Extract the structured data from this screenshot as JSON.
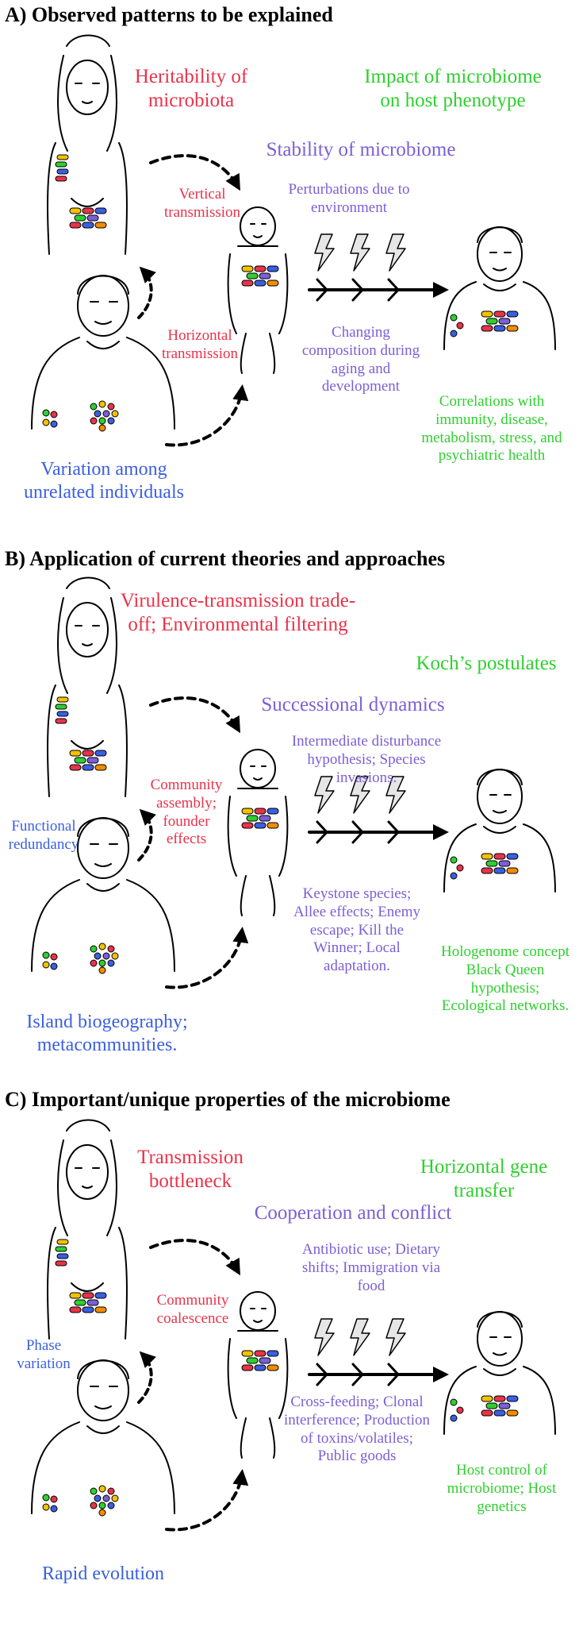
{
  "panels": [
    {
      "title": "A) Observed patterns to be explained",
      "labels": {
        "heritability": "Heritability of microbiota",
        "impact": "Impact of microbiome on host phenotype",
        "stability": "Stability of microbiome",
        "vertical": "Vertical transmission",
        "perturbations": "Perturbations due to environment",
        "horizontal": "Horizontal transmission",
        "changing": "Changing composition during aging and development",
        "correlations": "Correlations with immunity, disease, metabolism, stress, and psychiatric health",
        "variation": "Variation among unrelated individuals"
      }
    },
    {
      "title": "B) Application of current theories and approaches",
      "labels": {
        "virulence": "Virulence-transmission trade-off; Environmental filtering",
        "koch": "Koch’s postulates",
        "successional": "Successional dynamics",
        "intermediate": "Intermediate disturbance hypothesis; Species invasions.",
        "community": "Community assembly; founder effects",
        "functional": "Functional redundancy",
        "keystone": "Keystone species; Allee effects; Enemy escape; Kill the Winner; Local adaptation.",
        "hologenome": "Hologenome concept Black Queen hypothesis; Ecological networks.",
        "island": "Island biogeography; metacommunities."
      }
    },
    {
      "title": "C) Important/unique properties of the microbiome",
      "labels": {
        "bottleneck": "Transmission bottleneck",
        "hgt": "Horizontal gene transfer",
        "cooperation": "Cooperation and conflict",
        "antibiotic": "Antibiotic use; Dietary shifts; Immigration via food",
        "coalescence": "Community coalescence",
        "phase": "Phase variation",
        "crossfeeding": "Cross-feeding; Clonal interference; Production of toxins/volatiles; Public goods",
        "hostcontrol": "Host control of microbiome; Host genetics",
        "rapid": "Rapid evolution"
      }
    }
  ],
  "colors": {
    "red": "#e8334a",
    "purple": "#7b5fd6",
    "green": "#2fcf2f",
    "blue": "#3a5fe0",
    "black": "#000000"
  },
  "icons": [
    "woman-figure",
    "man-figure",
    "child-figure",
    "adult-figure",
    "lightning-bolt-icon",
    "dashed-arrow",
    "solid-arrow",
    "microbe-cluster"
  ]
}
